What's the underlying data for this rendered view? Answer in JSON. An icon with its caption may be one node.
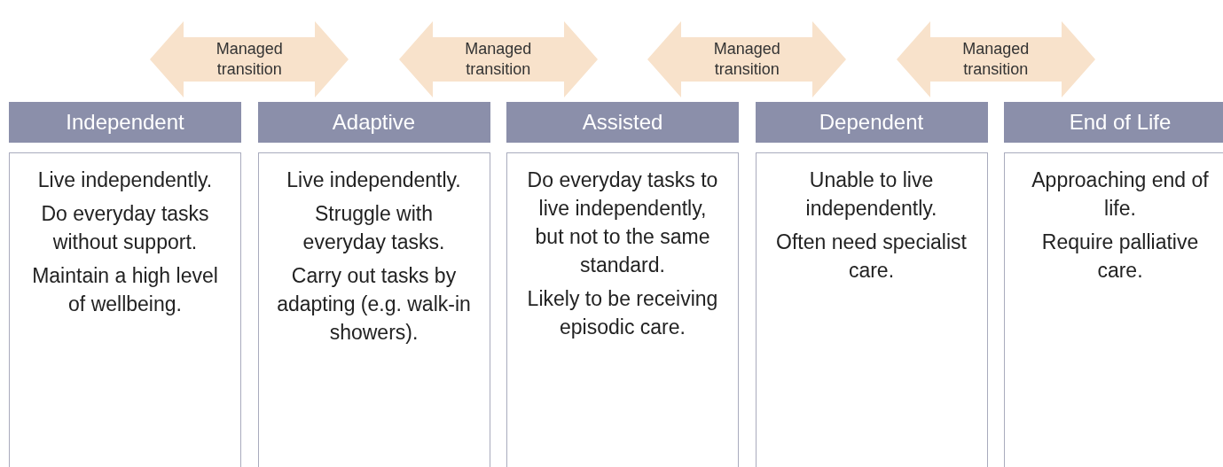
{
  "diagram": {
    "nodes": [
      {
        "text": [
          "Managed transition"
        ]
      },
      {
        "text": [
          "Managed transition"
        ]
      },
      {
        "text": [
          "Managed transition"
        ]
      },
      {
        "text": [
          "Managed transition"
        ]
      },
      {
        "text": [
          "Independent"
        ]
      },
      {
        "text": [
          "Live independently.",
          "Do everyday tasks without support.",
          "Maintain a high level of wellbeing."
        ]
      },
      {
        "text": [
          "Adaptive"
        ]
      },
      {
        "text": [
          "Live independently.",
          "Struggle with everyday tasks.",
          "Carry out tasks by adapting (e.g. walk-in showers)."
        ]
      },
      {
        "text": [
          "Assisted"
        ]
      },
      {
        "text": [
          "Do everyday tasks to live independently, but not to the same standard.",
          "Likely to be receiving episodic care."
        ]
      },
      {
        "text": [
          "Dependent"
        ]
      },
      {
        "text": [
          "Unable to live independently.",
          "Often need specialist care."
        ]
      },
      {
        "text": [
          "End of Life"
        ]
      },
      {
        "text": [
          "Approaching end of life.",
          "Require palliative care."
        ]
      }
    ]
  }
}
